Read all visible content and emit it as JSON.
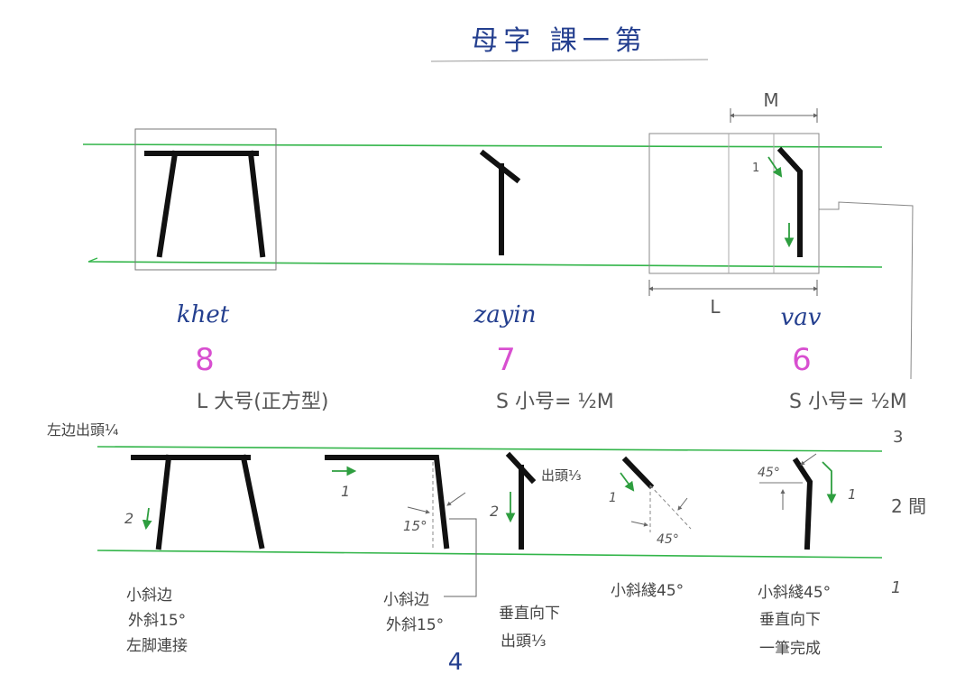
{
  "title": "母字 課一第",
  "colors": {
    "ink": "#111111",
    "guide": "#33b54a",
    "arrow": "#2e9e3f",
    "name_blue": "#243f8f",
    "number_magenta": "#d84fd0",
    "pencil": "#555555",
    "faint": "#9a9a9a"
  },
  "letters": [
    {
      "name": "khet",
      "number": "8",
      "size_note": "L 大号(正方型)"
    },
    {
      "name": "zayin",
      "number": "7",
      "size_note": "S 小号= ½M"
    },
    {
      "name": "vav",
      "number": "6",
      "size_note": "S 小号= ½M"
    }
  ],
  "dimensions": {
    "m": "M",
    "l": "L"
  },
  "top_notes": {
    "step_1": "1"
  },
  "bottom": {
    "left_note": "左边出頭¼",
    "rows": {
      "top": "3",
      "middle": "2 間",
      "bottom": "1"
    },
    "khet_step": "2",
    "khet_top_step": "1",
    "khet_angle": "15°",
    "zayin_step": "2",
    "zayin_overhang": "出頭⅓",
    "zayin_slant_step": "1",
    "zayin_angle": "45°",
    "vav_angle": "45°",
    "vav_step": "1"
  },
  "captions": {
    "khet_1": [
      "小斜边",
      "外斜15°",
      "左脚連接"
    ],
    "khet_2": [
      "小斜边",
      "外斜15°"
    ],
    "khet_2_number": "4",
    "zayin_1": [
      "垂直向下",
      "出頭⅓"
    ],
    "zayin_2": [
      "小斜綫45°"
    ],
    "vav": [
      "小斜綫45°",
      "垂直向下",
      "一筆完成"
    ]
  }
}
